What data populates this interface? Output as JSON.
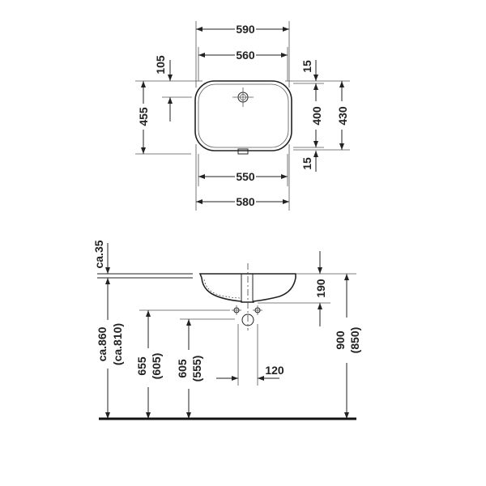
{
  "top_view": {
    "width_overall": "590",
    "width_inner_top": "560",
    "drain_offset": "105",
    "depth_overall": "455",
    "rim_top": "15",
    "depth_inner": "400",
    "depth_outer": "430",
    "rim_bottom": "15",
    "width_inner_bottom": "550",
    "width_outer_bottom": "580"
  },
  "side_view": {
    "rim_thickness": "ca.35",
    "basin_depth": "190",
    "height_counter": "ca.860",
    "height_counter_alt": "(ca.810)",
    "height_supply": "655",
    "height_supply_alt": "(605)",
    "height_drain": "605",
    "height_drain_alt": "(555)",
    "supply_spacing": "120",
    "height_rim": "900",
    "height_rim_alt": "(850)"
  }
}
